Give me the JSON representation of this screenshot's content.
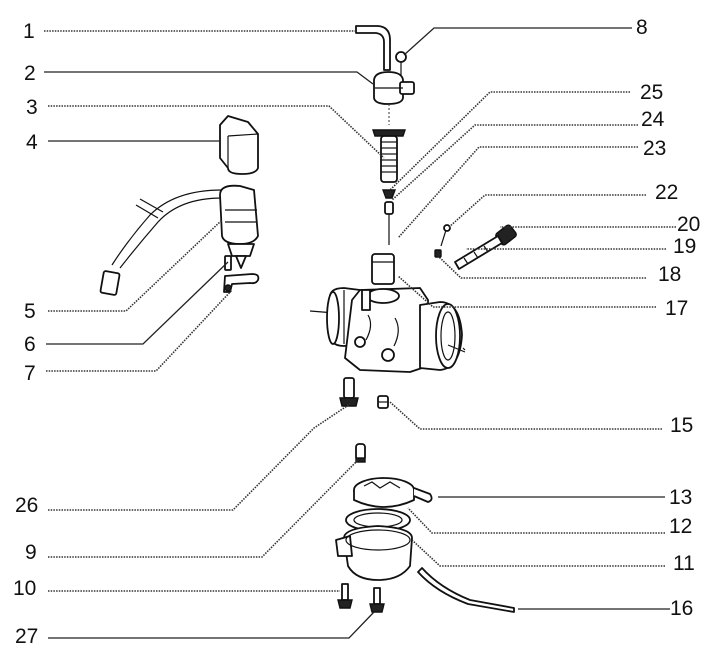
{
  "diagram": {
    "type": "exploded-parts-view",
    "subject": "carburettor assembly",
    "callouts": [
      {
        "id": "1",
        "side": "left"
      },
      {
        "id": "2",
        "side": "left"
      },
      {
        "id": "3",
        "side": "left"
      },
      {
        "id": "4",
        "side": "left"
      },
      {
        "id": "5",
        "side": "left"
      },
      {
        "id": "6",
        "side": "left"
      },
      {
        "id": "7",
        "side": "left"
      },
      {
        "id": "8",
        "side": "right"
      },
      {
        "id": "25",
        "side": "right"
      },
      {
        "id": "24",
        "side": "right"
      },
      {
        "id": "23",
        "side": "right"
      },
      {
        "id": "22",
        "side": "right"
      },
      {
        "id": "20",
        "side": "right"
      },
      {
        "id": "19",
        "side": "right"
      },
      {
        "id": "18",
        "side": "right"
      },
      {
        "id": "17",
        "side": "right"
      },
      {
        "id": "15",
        "side": "right"
      },
      {
        "id": "26",
        "side": "left"
      },
      {
        "id": "9",
        "side": "left"
      },
      {
        "id": "13",
        "side": "right"
      },
      {
        "id": "12",
        "side": "right"
      },
      {
        "id": "11",
        "side": "right"
      },
      {
        "id": "10",
        "side": "left"
      },
      {
        "id": "16",
        "side": "right"
      },
      {
        "id": "27",
        "side": "left"
      }
    ]
  }
}
